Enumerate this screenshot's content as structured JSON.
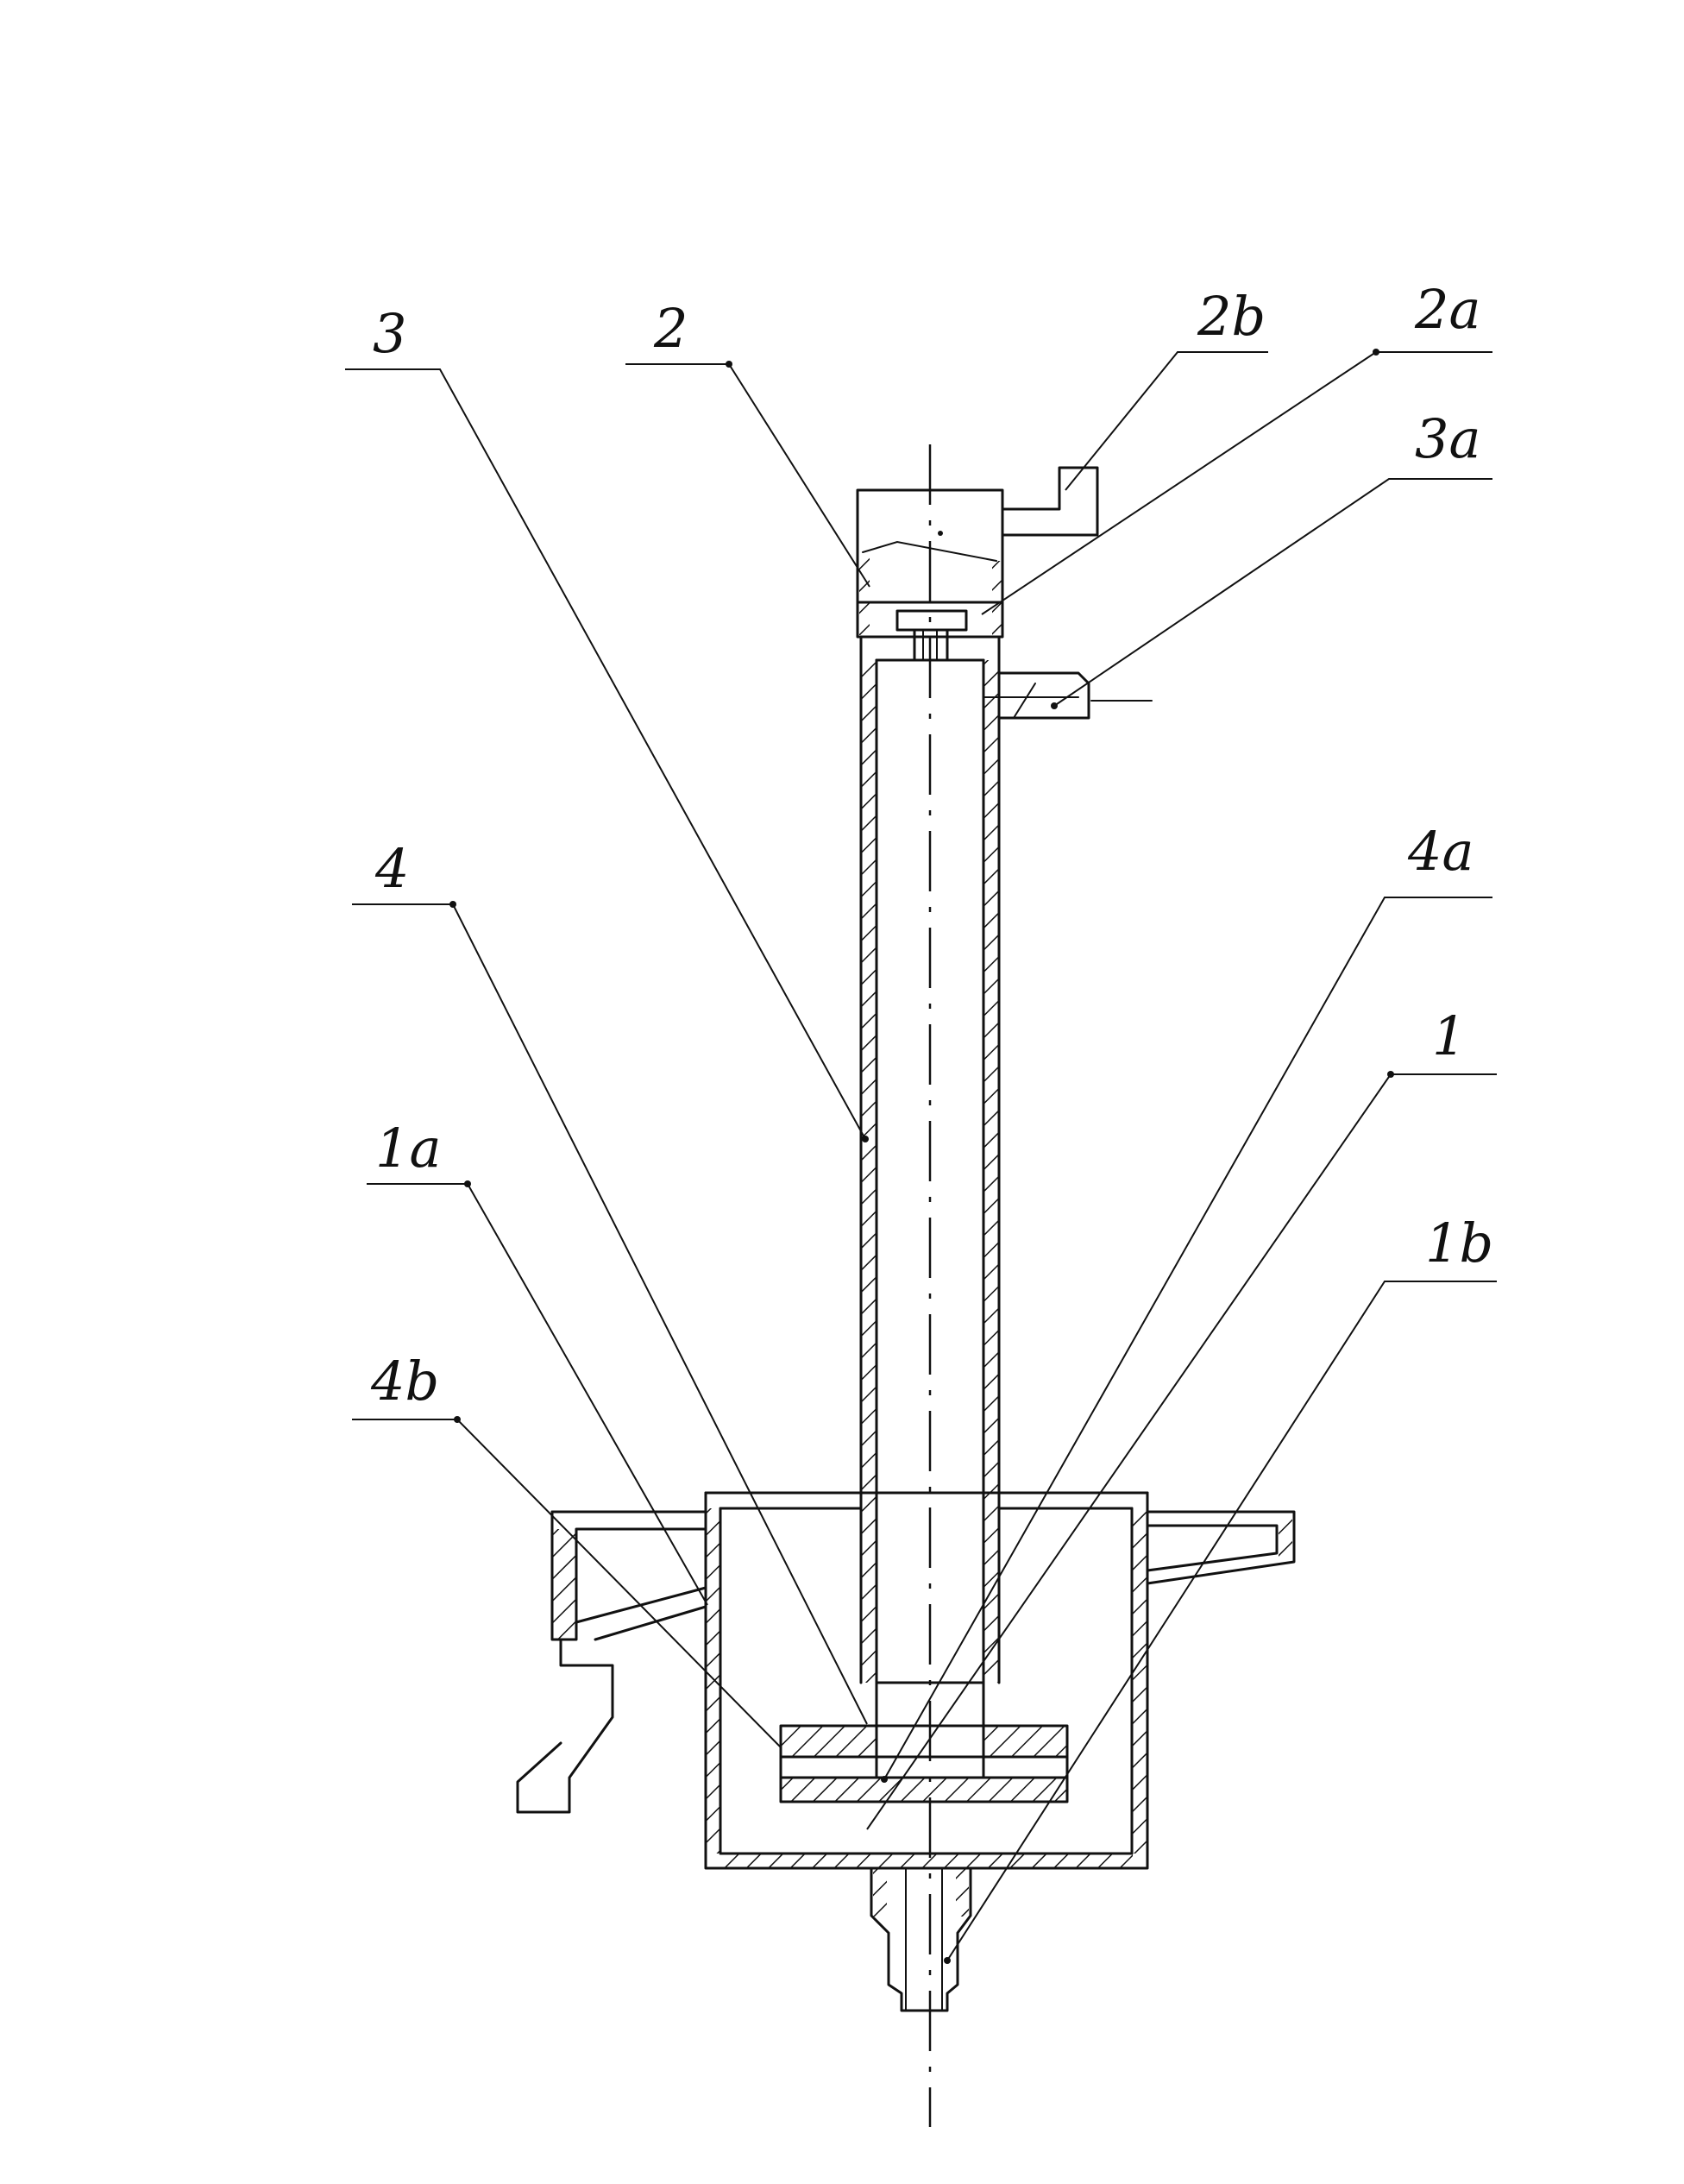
{
  "labels": {
    "l3": "3",
    "l2": "2",
    "l2b": "2b",
    "l2a": "2a",
    "l3a": "3a",
    "l4": "4",
    "l4a": "4a",
    "l1": "1",
    "l1a": "1a",
    "l1b": "1b",
    "l4b": "4b"
  }
}
